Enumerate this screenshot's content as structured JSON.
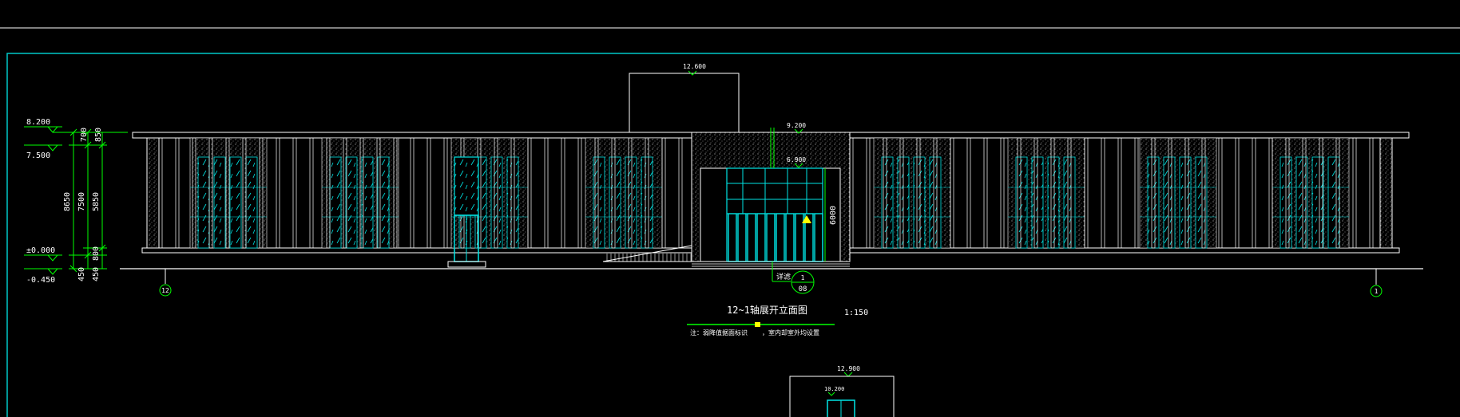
{
  "drawing": {
    "title": "12~1轴展开立面图",
    "scale": "1:150",
    "note": "注：弱降值据面标识",
    "note_tail": "，室内却室外均设置",
    "callout_label": "详滤",
    "callout_num": "1",
    "callout_sheet": "08"
  },
  "levels": {
    "l8200": "8.200",
    "l7500": "7.500",
    "l0000": "±0.000",
    "lm0450": "-0.450",
    "top": "12.600",
    "mid": "9.200",
    "door": "6.900",
    "lower_top": "12.900",
    "lower_mid": "10.200"
  },
  "dims": {
    "d700": "700",
    "d850": "850",
    "d8650": "8650",
    "d7500": "7500",
    "d5850": "5850",
    "d800": "800",
    "d450a": "450",
    "d450b": "450",
    "d6000": "6000"
  },
  "axes": {
    "left": "12",
    "right": "1"
  },
  "colors": {
    "line": "#ffffff",
    "frame": "#00c8c8",
    "glass": "#00e5e5",
    "dim": "#00ff00",
    "marker": "#ffff00"
  }
}
